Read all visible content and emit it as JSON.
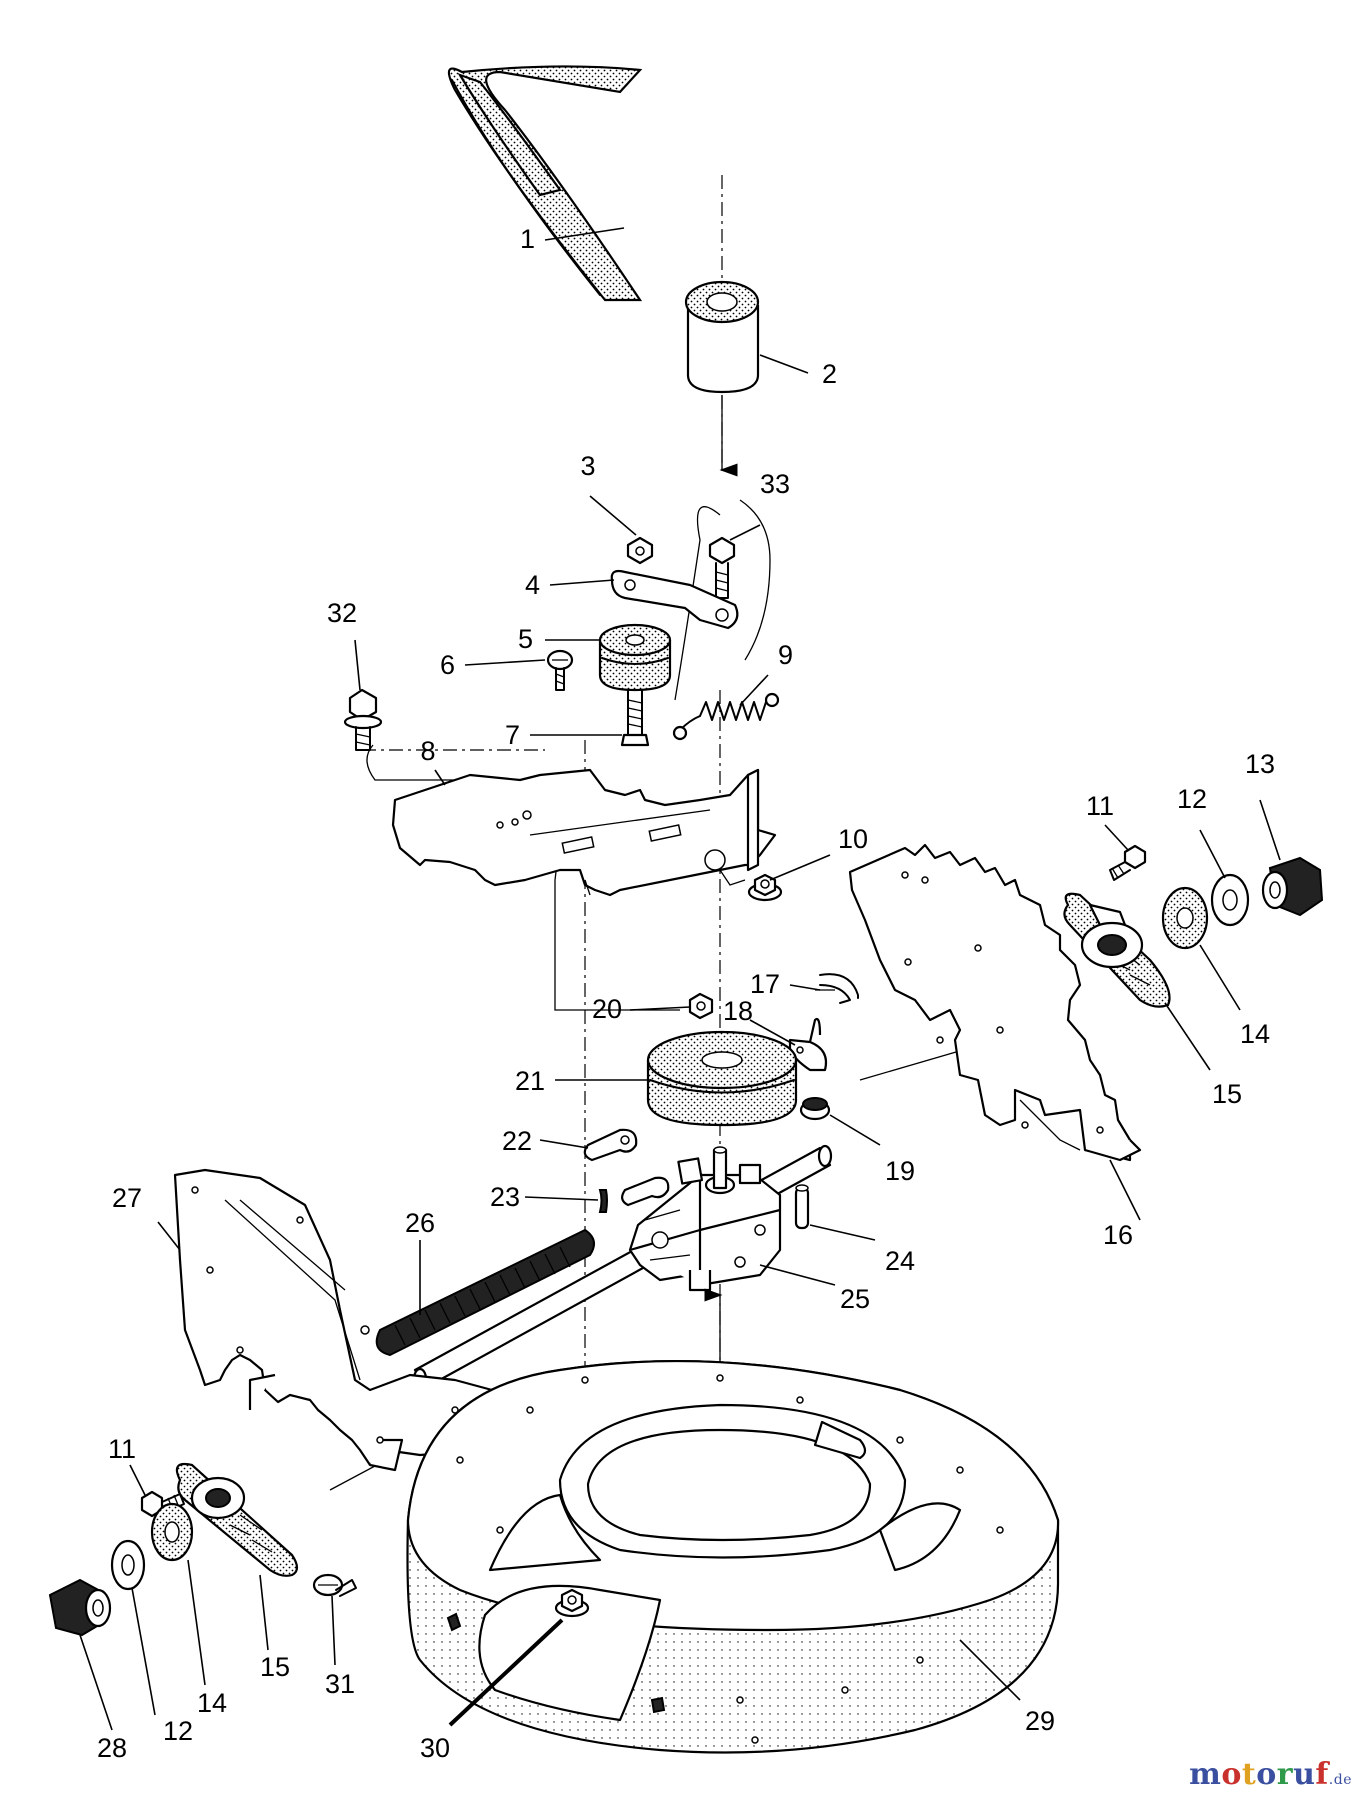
{
  "diagram": {
    "part_numbers": [
      "1",
      "2",
      "3",
      "4",
      "5",
      "6",
      "7",
      "8",
      "9",
      "10",
      "11",
      "12",
      "13",
      "14",
      "15",
      "16",
      "17",
      "18",
      "19",
      "20",
      "21",
      "22",
      "23",
      "24",
      "25",
      "26",
      "27",
      "28",
      "29",
      "30",
      "31",
      "32",
      "33"
    ],
    "callouts": [
      {
        "label": "1"
      },
      {
        "label": "2"
      },
      {
        "label": "3"
      },
      {
        "label": "33"
      },
      {
        "label": "4"
      },
      {
        "label": "32"
      },
      {
        "label": "5"
      },
      {
        "label": "6"
      },
      {
        "label": "9"
      },
      {
        "label": "7"
      },
      {
        "label": "8"
      },
      {
        "label": "10"
      },
      {
        "label": "11"
      },
      {
        "label": "12"
      },
      {
        "label": "13"
      },
      {
        "label": "17"
      },
      {
        "label": "18"
      },
      {
        "label": "20"
      },
      {
        "label": "14"
      },
      {
        "label": "21"
      },
      {
        "label": "15"
      },
      {
        "label": "22"
      },
      {
        "label": "19"
      },
      {
        "label": "16"
      },
      {
        "label": "27"
      },
      {
        "label": "23"
      },
      {
        "label": "26"
      },
      {
        "label": "24"
      },
      {
        "label": "25"
      },
      {
        "label": "11"
      },
      {
        "label": "15"
      },
      {
        "label": "31"
      },
      {
        "label": "14"
      },
      {
        "label": "12"
      },
      {
        "label": "28"
      },
      {
        "label": "30"
      },
      {
        "label": "29"
      }
    ]
  },
  "watermark": {
    "letters": [
      "m",
      "o",
      "t",
      "o",
      "r",
      "u",
      "f"
    ],
    "tld": ".de"
  }
}
